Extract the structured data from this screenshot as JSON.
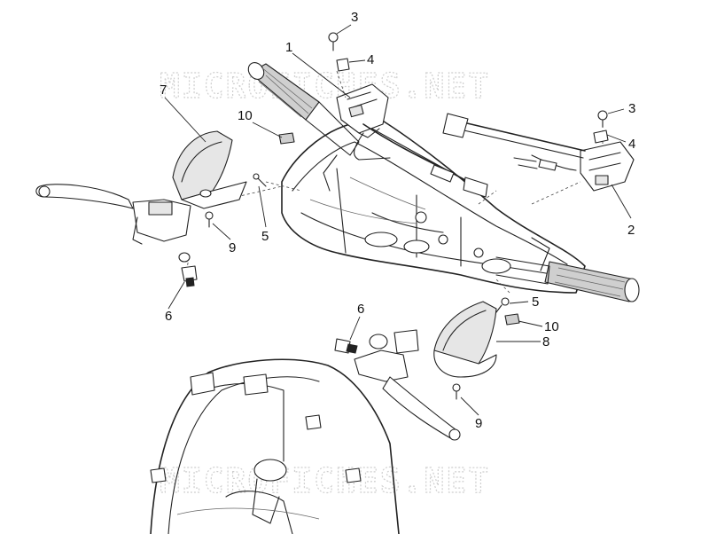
{
  "watermark": {
    "top": "MICROFICHES.NET",
    "bottom": "MICROFICHES.NET"
  },
  "callouts": [
    {
      "id": "c1",
      "label": "1"
    },
    {
      "id": "c2",
      "label": "2"
    },
    {
      "id": "c3a",
      "label": "3"
    },
    {
      "id": "c3b",
      "label": "3"
    },
    {
      "id": "c4a",
      "label": "4"
    },
    {
      "id": "c4b",
      "label": "4"
    },
    {
      "id": "c5a",
      "label": "5"
    },
    {
      "id": "c5b",
      "label": "5"
    },
    {
      "id": "c6a",
      "label": "6"
    },
    {
      "id": "c6b",
      "label": "6"
    },
    {
      "id": "c7",
      "label": "7"
    },
    {
      "id": "c8",
      "label": "8"
    },
    {
      "id": "c9a",
      "label": "9"
    },
    {
      "id": "c9b",
      "label": "9"
    },
    {
      "id": "c10a",
      "label": "10"
    },
    {
      "id": "c10b",
      "label": "10"
    }
  ]
}
